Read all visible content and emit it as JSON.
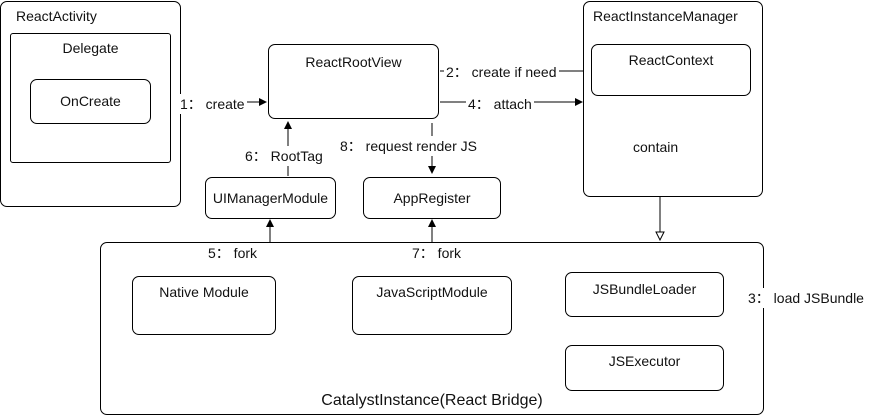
{
  "boxes": {
    "react_activity": "ReactActivity",
    "delegate": "Delegate",
    "oncreate": "OnCreate",
    "react_root_view": "ReactRootView",
    "react_instance_manager": "ReactInstanceManager",
    "react_context": "ReactContext",
    "ui_manager_module": "UIManagerModule",
    "app_register": "AppRegister",
    "catalyst_instance": "CatalystInstance(React Bridge)",
    "native_module": "Native Module",
    "javascript_module": "JavaScriptModule",
    "js_bundle_loader": "JSBundleLoader",
    "js_executor": "JSExecutor"
  },
  "edges": {
    "create": "1： create",
    "create_if_need": "2： create if need",
    "load_jsbundle": "3： load JSBundle",
    "attach": "4： attach",
    "fork_native": "5： fork",
    "root_tag": "6： RootTag",
    "fork_js": "7： fork",
    "request_render": "8： request render JS",
    "contain": "contain"
  }
}
